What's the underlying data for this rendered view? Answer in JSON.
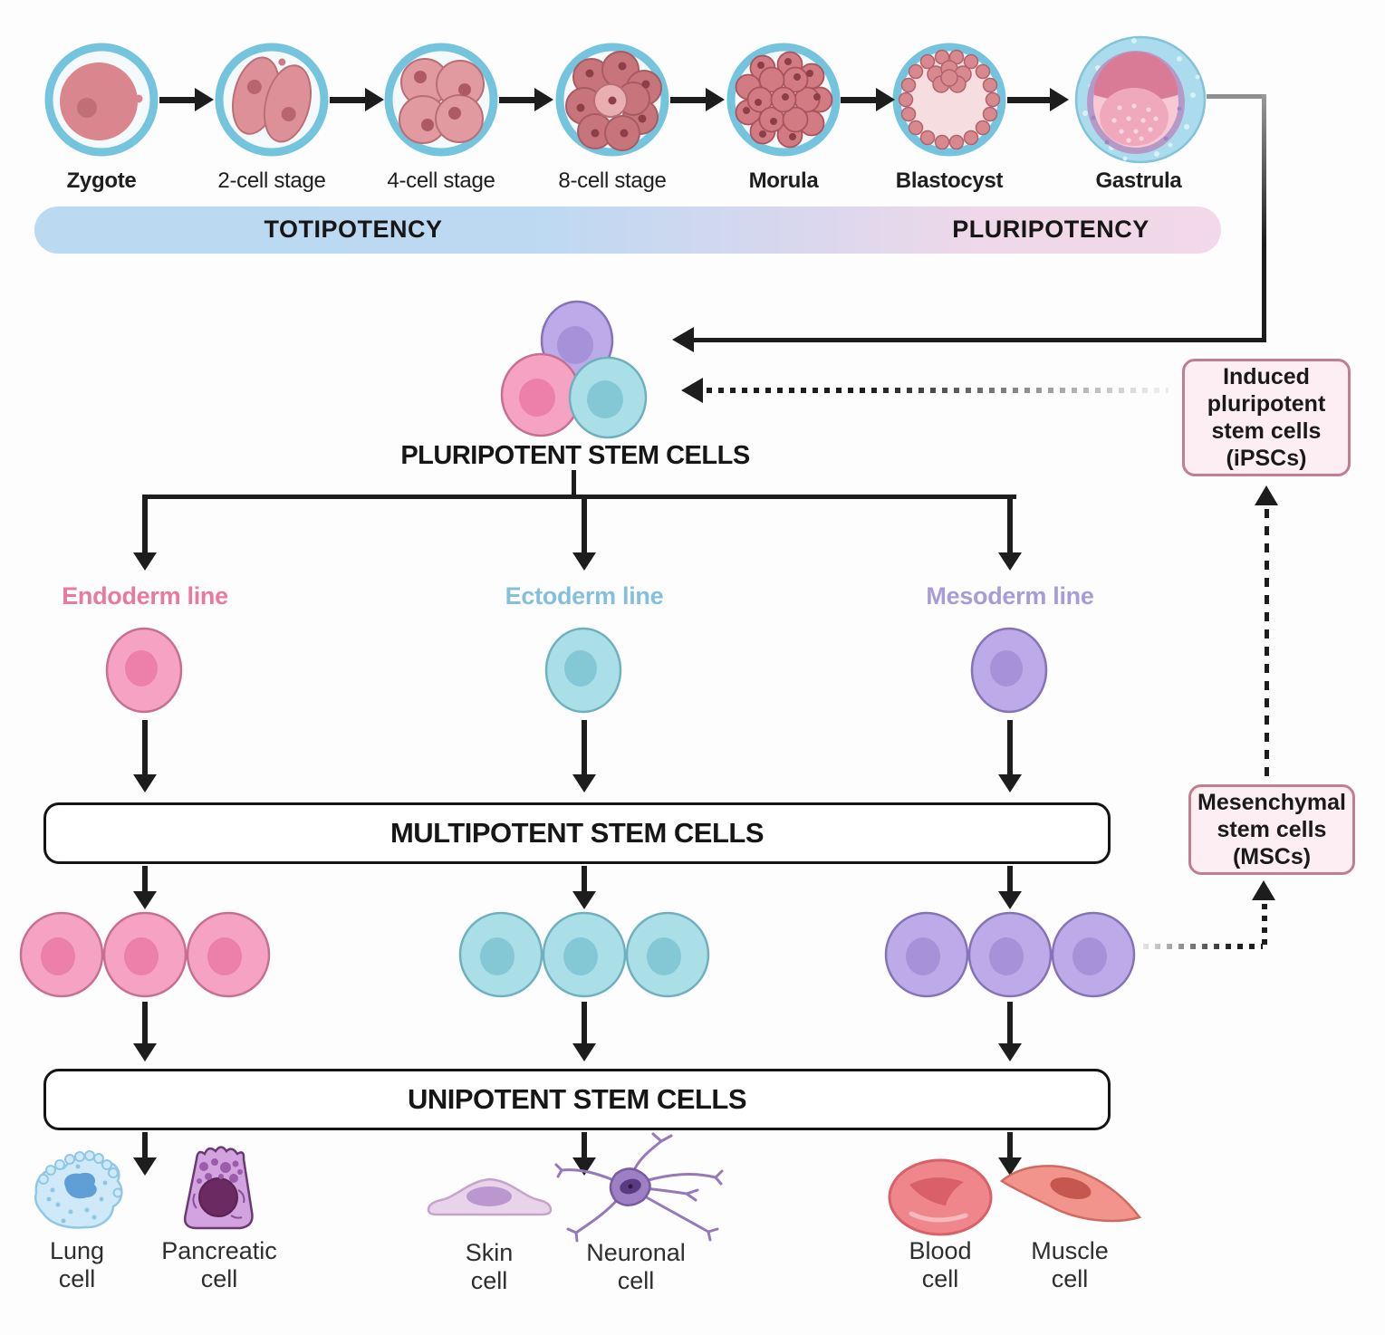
{
  "stages": [
    {
      "label": "Zygote"
    },
    {
      "label": "2-cell stage"
    },
    {
      "label": "4-cell stage"
    },
    {
      "label": "8-cell stage"
    },
    {
      "label": "Morula"
    },
    {
      "label": "Blastocyst"
    },
    {
      "label": "Gastrula"
    }
  ],
  "potency": {
    "left": "TOTIPOTENCY",
    "right": "PLURIPOTENCY"
  },
  "pluripotent_label": "PLURIPOTENT STEM CELLS",
  "germ_lines": [
    {
      "label": "Endoderm line"
    },
    {
      "label": "Ectoderm line"
    },
    {
      "label": "Mesoderm line"
    }
  ],
  "multipotent_label": "MULTIPOTENT STEM CELLS",
  "unipotent_label": "UNIPOTENT STEM CELLS",
  "side_boxes": {
    "ipsc": "Induced pluripotent stem cells (iPSCs)",
    "msc": "Mesenchymal stem cells (MSCs)"
  },
  "terminal_cells": [
    {
      "line1": "Lung",
      "line2": "cell"
    },
    {
      "line1": "Pancreatic",
      "line2": "cell"
    },
    {
      "line1": "Skin",
      "line2": "cell"
    },
    {
      "line1": "Neuronal",
      "line2": "cell"
    },
    {
      "line1": "Blood",
      "line2": "cell"
    },
    {
      "line1": "Muscle",
      "line2": "cell"
    }
  ],
  "colors": {
    "totipotency_left": "#bcd9f2",
    "pluripotency_right": "#f2d8e8",
    "endoderm": "#e8799f",
    "ectoderm": "#85c0da",
    "mesoderm": "#a99cd6",
    "side_box_bg": "#fdeef4",
    "side_box_border": "#c07e91",
    "arrow": "#1d1d1d"
  }
}
